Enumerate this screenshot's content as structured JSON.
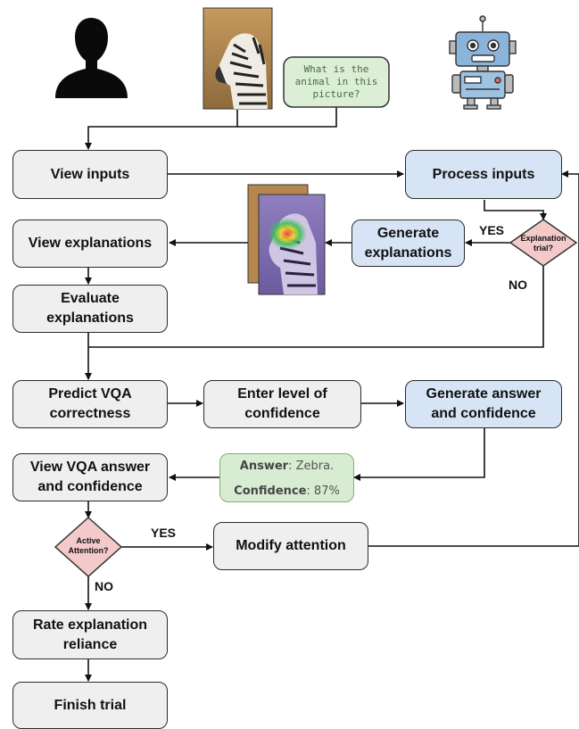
{
  "inputs": {
    "question": "What is the animal in this picture?"
  },
  "steps": {
    "view_inputs": "View inputs",
    "process_inputs": "Process inputs",
    "view_explanations": "View explanations",
    "generate_explanations": "Generate\nexplanations",
    "evaluate_explanations": "Evaluate\nexplanations",
    "predict_correctness": "Predict VQA\ncorrectness",
    "enter_confidence": "Enter level of\nconfidence",
    "generate_answer": "Generate answer\nand confidence",
    "view_answer": "View VQA answer\nand confidence",
    "modify_attention": "Modify attention",
    "rate_reliance": "Rate explanation\nreliance",
    "finish_trial": "Finish trial"
  },
  "decisions": {
    "explanation_trial": "Explanation\ntrial?",
    "active_attention": "Active\nAttention?"
  },
  "branch_labels": {
    "yes_explanation": "YES",
    "no_explanation": "NO",
    "yes_attention": "YES",
    "no_attention": "NO"
  },
  "output": {
    "answer_key": "Answer",
    "answer_value": ": Zebra.",
    "confidence_key": "Confidence",
    "confidence_value": ": 87%"
  },
  "colors": {
    "human_box": "#efefef",
    "model_box": "#d6e4f5",
    "output_box": "#d8ecd2",
    "decision": "#f3c9c9",
    "question_bubble": "#dcefd6"
  }
}
